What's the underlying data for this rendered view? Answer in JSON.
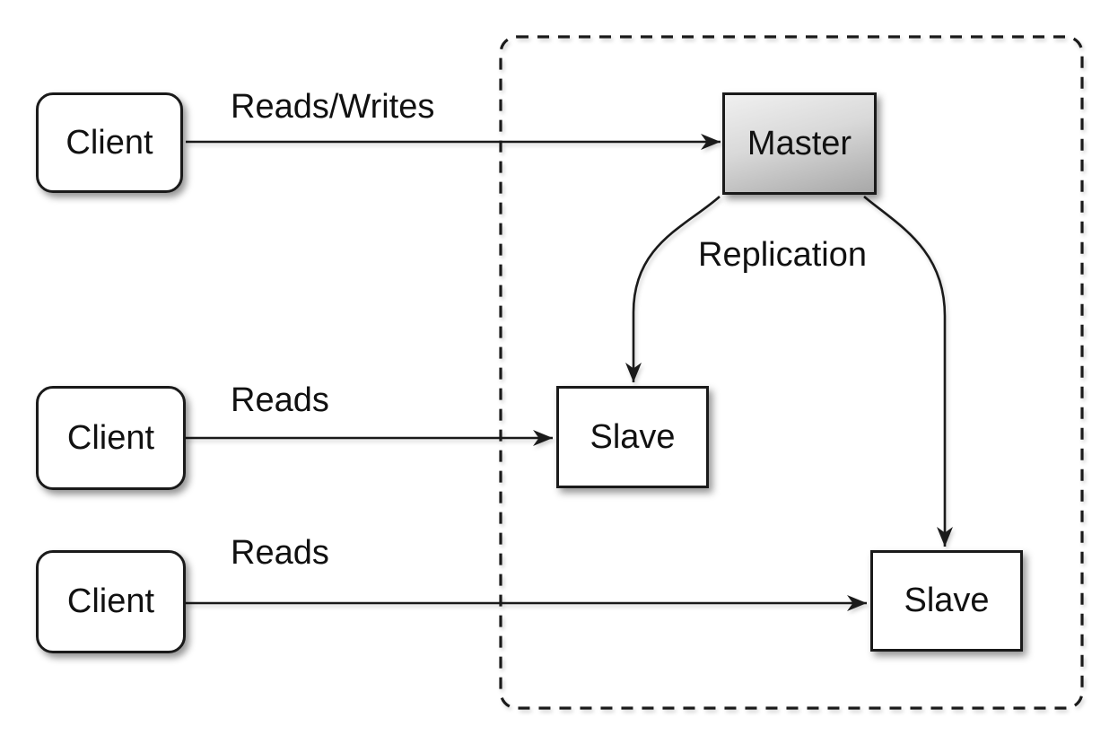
{
  "colors": {
    "stroke": "#1a1a1a",
    "text": "#111111",
    "box_fill": "#ffffff",
    "bg": "#ffffff",
    "master_grad_top": "#f0f0f0",
    "master_grad_mid": "#d9d9d9",
    "master_grad_bottom": "#a8a8a8"
  },
  "diagram": {
    "nodes": {
      "client1": {
        "label": "Client"
      },
      "client2": {
        "label": "Client"
      },
      "client3": {
        "label": "Client"
      },
      "master": {
        "label": "Master"
      },
      "slave1": {
        "label": "Slave"
      },
      "slave2": {
        "label": "Slave"
      }
    },
    "edges": {
      "client1_master": {
        "label": "Reads/Writes",
        "from": "client1",
        "to": "master"
      },
      "client2_slave1": {
        "label": "Reads",
        "from": "client2",
        "to": "slave1"
      },
      "client3_slave2": {
        "label": "Reads",
        "from": "client3",
        "to": "slave2"
      },
      "master_slave1": {
        "label": "Replication",
        "from": "master",
        "to": "slave1"
      },
      "master_slave2": {
        "label": "Replication",
        "from": "master",
        "to": "slave2"
      }
    },
    "groups": {
      "replication_boundary": {
        "style": "dashed",
        "contains": [
          "master",
          "slave1",
          "slave2"
        ]
      }
    }
  }
}
